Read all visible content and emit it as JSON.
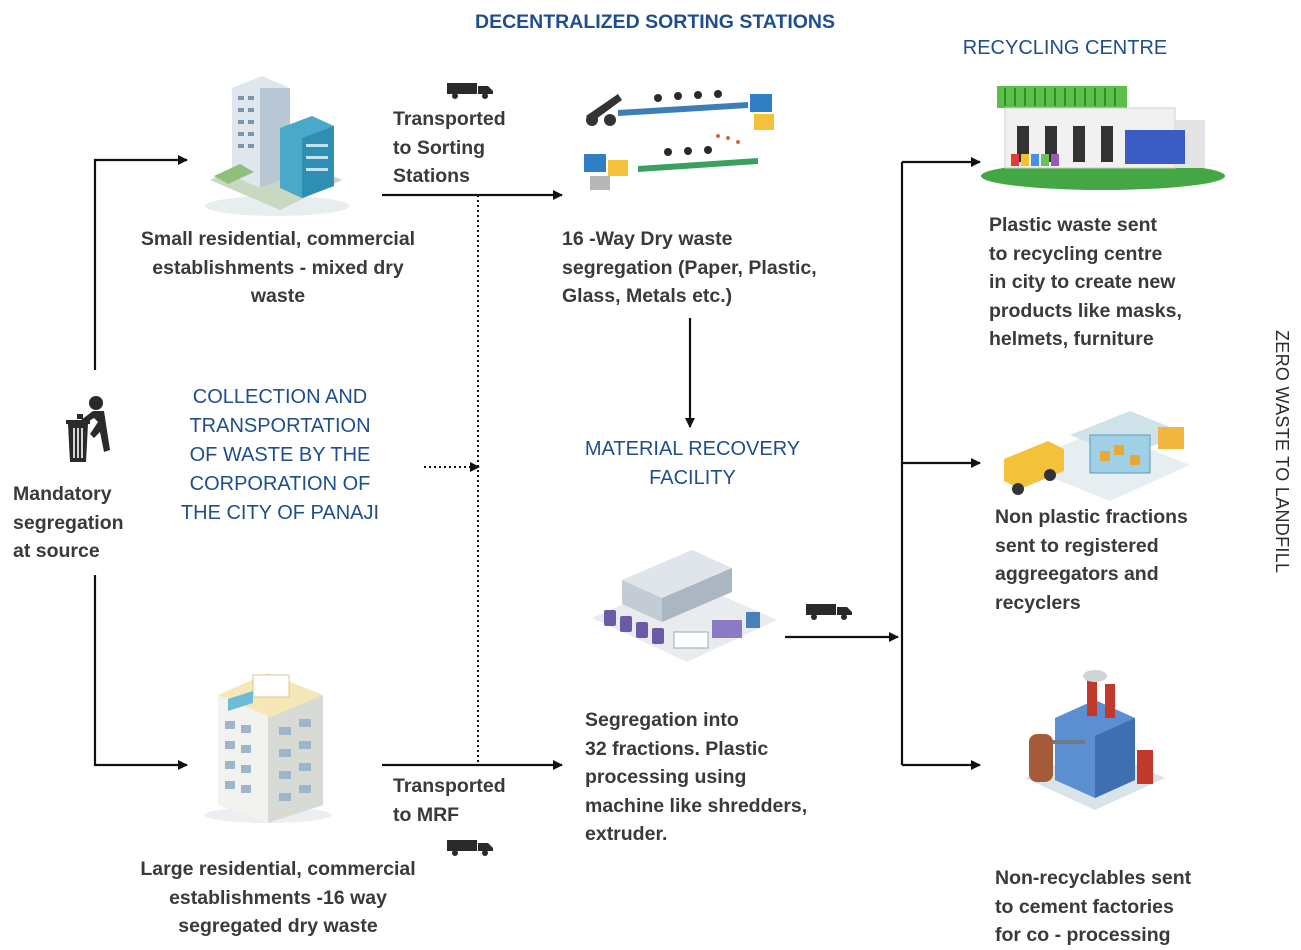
{
  "headings": {
    "sorting_stations": "DECENTRALIZED SORTING STATIONS",
    "recycling_centre": "RECYCLING CENTRE",
    "material_recovery": [
      "MATERIAL RECOVERY",
      "FACILITY"
    ],
    "collection": [
      "COLLECTION AND",
      "TRANSPORTATION",
      "OF WASTE BY THE",
      "CORPORATION OF",
      "THE CITY OF PANAJI"
    ],
    "side_label": "ZERO WASTE TO LANDFILL"
  },
  "source": {
    "label": [
      "Mandatory",
      "segregation",
      "at source"
    ],
    "icon": "trash-bin-person-icon"
  },
  "small_establishments": {
    "label": [
      "Small residential, commercial",
      "establishments - mixed dry",
      "waste"
    ],
    "icon": "residential-tower-icon"
  },
  "large_establishments": {
    "label": [
      "Large residential, commercial",
      "establishments -16 way",
      "segregated dry waste"
    ],
    "icon": "apartment-building-icon"
  },
  "transport_sorting": {
    "label": [
      "Transported",
      "to Sorting",
      "Stations"
    ],
    "icon": "truck-icon"
  },
  "transport_mrf": {
    "label": [
      "Transported",
      "to MRF"
    ],
    "icon": "truck-icon"
  },
  "sorting_station": {
    "label": [
      "16 -Way Dry waste",
      "segregation (Paper, Plastic,",
      "Glass, Metals etc.)"
    ],
    "icon": "sorting-conveyor-icon"
  },
  "mrf": {
    "label": [
      "Segregation into",
      "32 fractions. Plastic",
      "processing using",
      "machine like shredders,",
      "extruder."
    ],
    "icon": "recovery-facility-icon"
  },
  "mrf_truck": {
    "icon": "truck-icon"
  },
  "outputs": [
    {
      "label": [
        "Plastic waste sent",
        "to recycling centre",
        "in city to create new",
        "products like masks,",
        "helmets, furniture"
      ],
      "icon": "recycling-centre-icon"
    },
    {
      "label": [
        "Non plastic fractions",
        "sent to registered",
        "aggreegators and",
        "recyclers"
      ],
      "icon": "aggregator-warehouse-icon"
    },
    {
      "label": [
        "Non-recyclables sent",
        "to cement factories",
        "for co - processing"
      ],
      "icon": "cement-factory-icon"
    }
  ],
  "colors": {
    "heading_blue": "#1f4e8f",
    "text": "#3a3a3a",
    "arrow": "#111111"
  }
}
